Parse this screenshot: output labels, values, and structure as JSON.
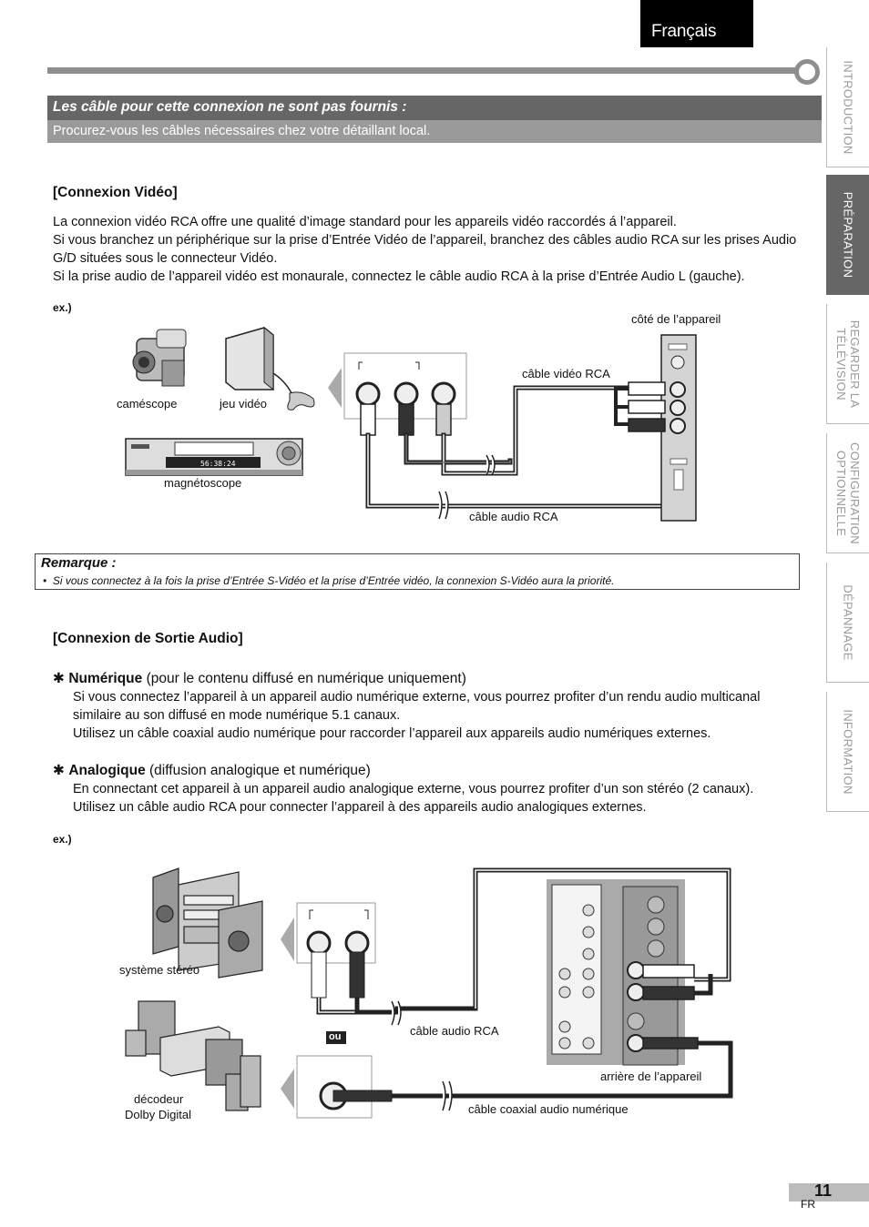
{
  "header": {
    "language": "Français"
  },
  "side_tabs": [
    {
      "label": "INTRODUCTION",
      "active": false
    },
    {
      "label": "PRÉPARATION",
      "active": true
    },
    {
      "label": "REGARDER LA TÉLÉVISION",
      "active": false
    },
    {
      "label": "CONFIGURATION OPTIONNELLE",
      "active": false
    },
    {
      "label": "DÉPANNAGE",
      "active": false
    },
    {
      "label": "INFORMATION",
      "active": false
    }
  ],
  "cables_note": {
    "title": "Les câble pour cette connexion ne sont pas fournis :",
    "subtitle": "Procurez-vous les câbles nécessaires chez votre détaillant local."
  },
  "video_section": {
    "heading": "[Connexion Vidéo]",
    "paragraphs": [
      "La connexion vidéo RCA offre une qualité d’image standard pour les appareils vidéo raccordés á l’appareil.",
      "Si vous branchez un périphérique sur la prise d’Entrée Vidéo de l’appareil, branchez des câbles audio RCA sur les prises Audio G/D situées sous le connecteur Vidéo.",
      "Si la prise audio de l’appareil vidéo est monaurale, connectez le câble audio RCA à la prise d’Entrée Audio L (gauche)."
    ],
    "example_label": "ex.)",
    "diagram": {
      "camcorder": "caméscope",
      "game": "jeu vidéo",
      "vcr": "magnétoscope",
      "unit_side": "côté de l’appareil",
      "video_cable": "câble vidéo RCA",
      "audio_cable": "câble audio RCA"
    }
  },
  "remark": {
    "title": "Remarque :",
    "text": "Si vous connectez à la fois la prise d’Entrée S-Vidéo et la prise d’Entrée vidéo, la connexion S-Vidéo aura la priorité."
  },
  "audio_section": {
    "heading": "[Connexion de Sortie Audio]",
    "digital": {
      "title": "Numérique",
      "title_note": "(pour le contenu diffusé en numérique uniquement)",
      "lines": [
        "Si vous connectez l’appareil à un appareil audio numérique externe, vous pourrez profiter d’un rendu audio multicanal similaire au son diffusé en mode numérique 5.1 canaux.",
        "Utilisez un câble coaxial audio numérique pour raccorder l’appareil aux appareils audio numériques externes."
      ]
    },
    "analog": {
      "title": "Analogique",
      "title_note": "(diffusion analogique et numérique)",
      "lines": [
        "En connectant cet appareil à un appareil audio analogique externe, vous pourrez profiter d’un son stéréo (2 canaux).",
        "Utilisez un câble audio RCA pour connecter l’appareil à des appareils audio analogiques externes."
      ]
    },
    "example_label": "ex.)",
    "diagram": {
      "stereo": "système stéréo",
      "decoder_line1": "décodeur",
      "decoder_line2": "Dolby Digital",
      "or": "ou",
      "audio_cable": "câble audio RCA",
      "unit_rear": "arrière de l’appareil",
      "coax_cable": "câble coaxial audio numérique"
    }
  },
  "footer": {
    "page": "11",
    "lang_code": "FR"
  },
  "colors": {
    "header_dark": "#666666",
    "header_light": "#9a9a9a",
    "tab_active": "#666666"
  }
}
